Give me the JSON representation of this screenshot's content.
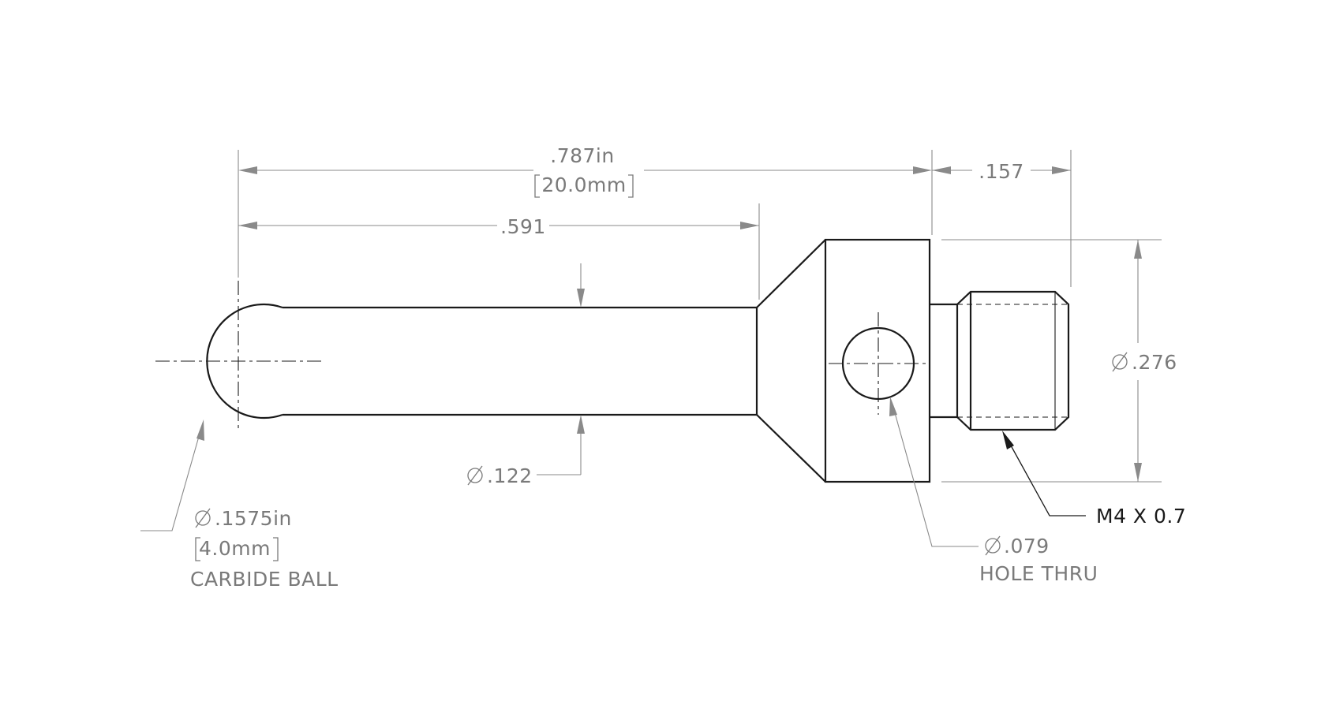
{
  "dimensions": {
    "overall_length": {
      "primary": ".787in",
      "secondary": "20.0mm"
    },
    "shaft_length": ".591",
    "thread_length": ".157",
    "body_diameter": ".276",
    "shaft_diameter": ".122",
    "ball": {
      "diameter": ".1575in",
      "secondary": "4.0mm",
      "note": "CARBIDE BALL"
    },
    "hole": {
      "diameter": ".079",
      "note": "HOLE THRU"
    },
    "thread_callout": "M4 X 0.7"
  }
}
